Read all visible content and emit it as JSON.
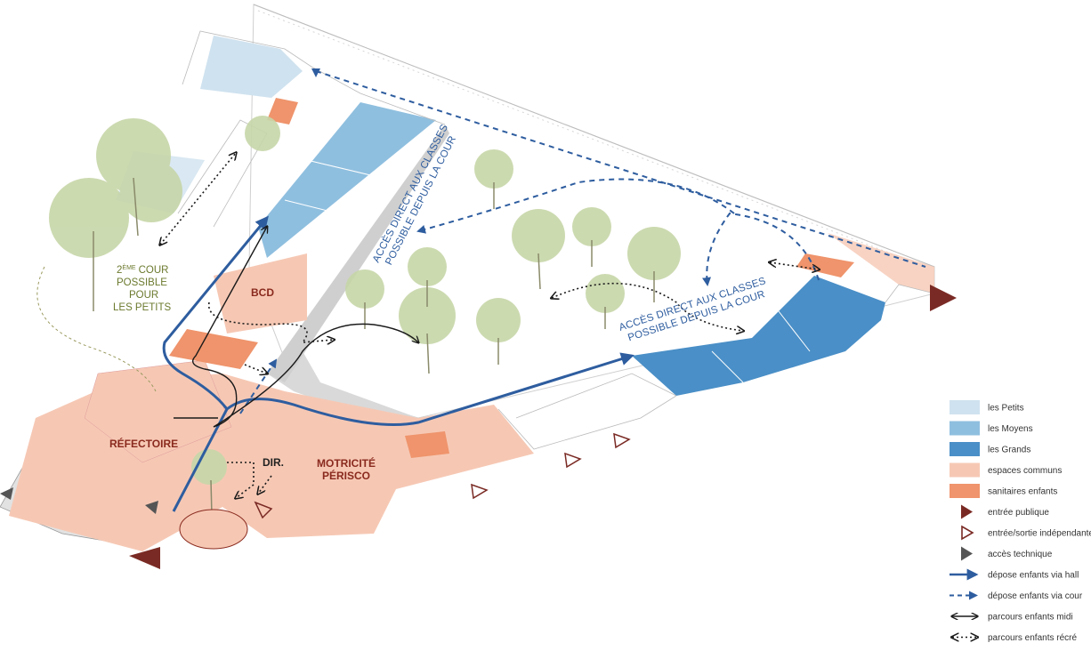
{
  "colors": {
    "petits": "#cfe2ef",
    "moyens": "#8fbfdf",
    "grands": "#4a8fc7",
    "communs": "#f6c8b4",
    "sanitaires": "#ef946c",
    "entree_publique": "#7a2a24",
    "acces_technique": "#555555",
    "depose": "#2e5d9f",
    "parcours": "#1a1a1a"
  },
  "labels": {
    "refectoire": "RÉFECTOIRE",
    "motricite_line1": "MOTRICITÉ",
    "motricite_line2": "PÉRISCO",
    "dir": "DIR.",
    "bcd": "BCD",
    "cour_sup": "ÈME",
    "cour_line1_num": "2",
    "cour_line1_rest": "COUR",
    "cour_line2": "POSSIBLE",
    "cour_line3": "POUR",
    "cour_line4": "LES PETITS",
    "acces1_line1": "ACCÈS DIRECT AUX CLASSES",
    "acces1_line2": "POSSIBLE DEPUIS LA COUR",
    "acces2_line1": "ACCÈS DIRECT AUX CLASSES",
    "acces2_line2": "POSSIBLE DEPUIS LA COUR"
  },
  "legend": [
    {
      "label": "les Petits",
      "symbol": "swatch",
      "color": "#cfe2ef"
    },
    {
      "label": "les Moyens",
      "symbol": "swatch",
      "color": "#8fbfdf"
    },
    {
      "label": "les Grands",
      "symbol": "swatch",
      "color": "#4a8fc7"
    },
    {
      "label": "espaces communs",
      "symbol": "swatch",
      "color": "#f6c8b4"
    },
    {
      "label": "sanitaires enfants",
      "symbol": "swatch",
      "color": "#ef946c"
    },
    {
      "label": "entrée publique",
      "symbol": "tri-filled",
      "color": "#7a2a24"
    },
    {
      "label": "entrée/sortie indépendante",
      "symbol": "tri-outline",
      "color": "#7a2a24"
    },
    {
      "label": "accès technique",
      "symbol": "tri-filled",
      "color": "#555555"
    },
    {
      "label": "dépose enfants via hall",
      "symbol": "arrow-solid",
      "color": "#2e5d9f"
    },
    {
      "label": "dépose enfants via cour",
      "symbol": "arrow-dashed",
      "color": "#2e5d9f"
    },
    {
      "label": "parcours enfants midi",
      "symbol": "double-solid",
      "color": "#1a1a1a"
    },
    {
      "label": "parcours enfants récré",
      "symbol": "double-dotted",
      "color": "#1a1a1a"
    }
  ]
}
